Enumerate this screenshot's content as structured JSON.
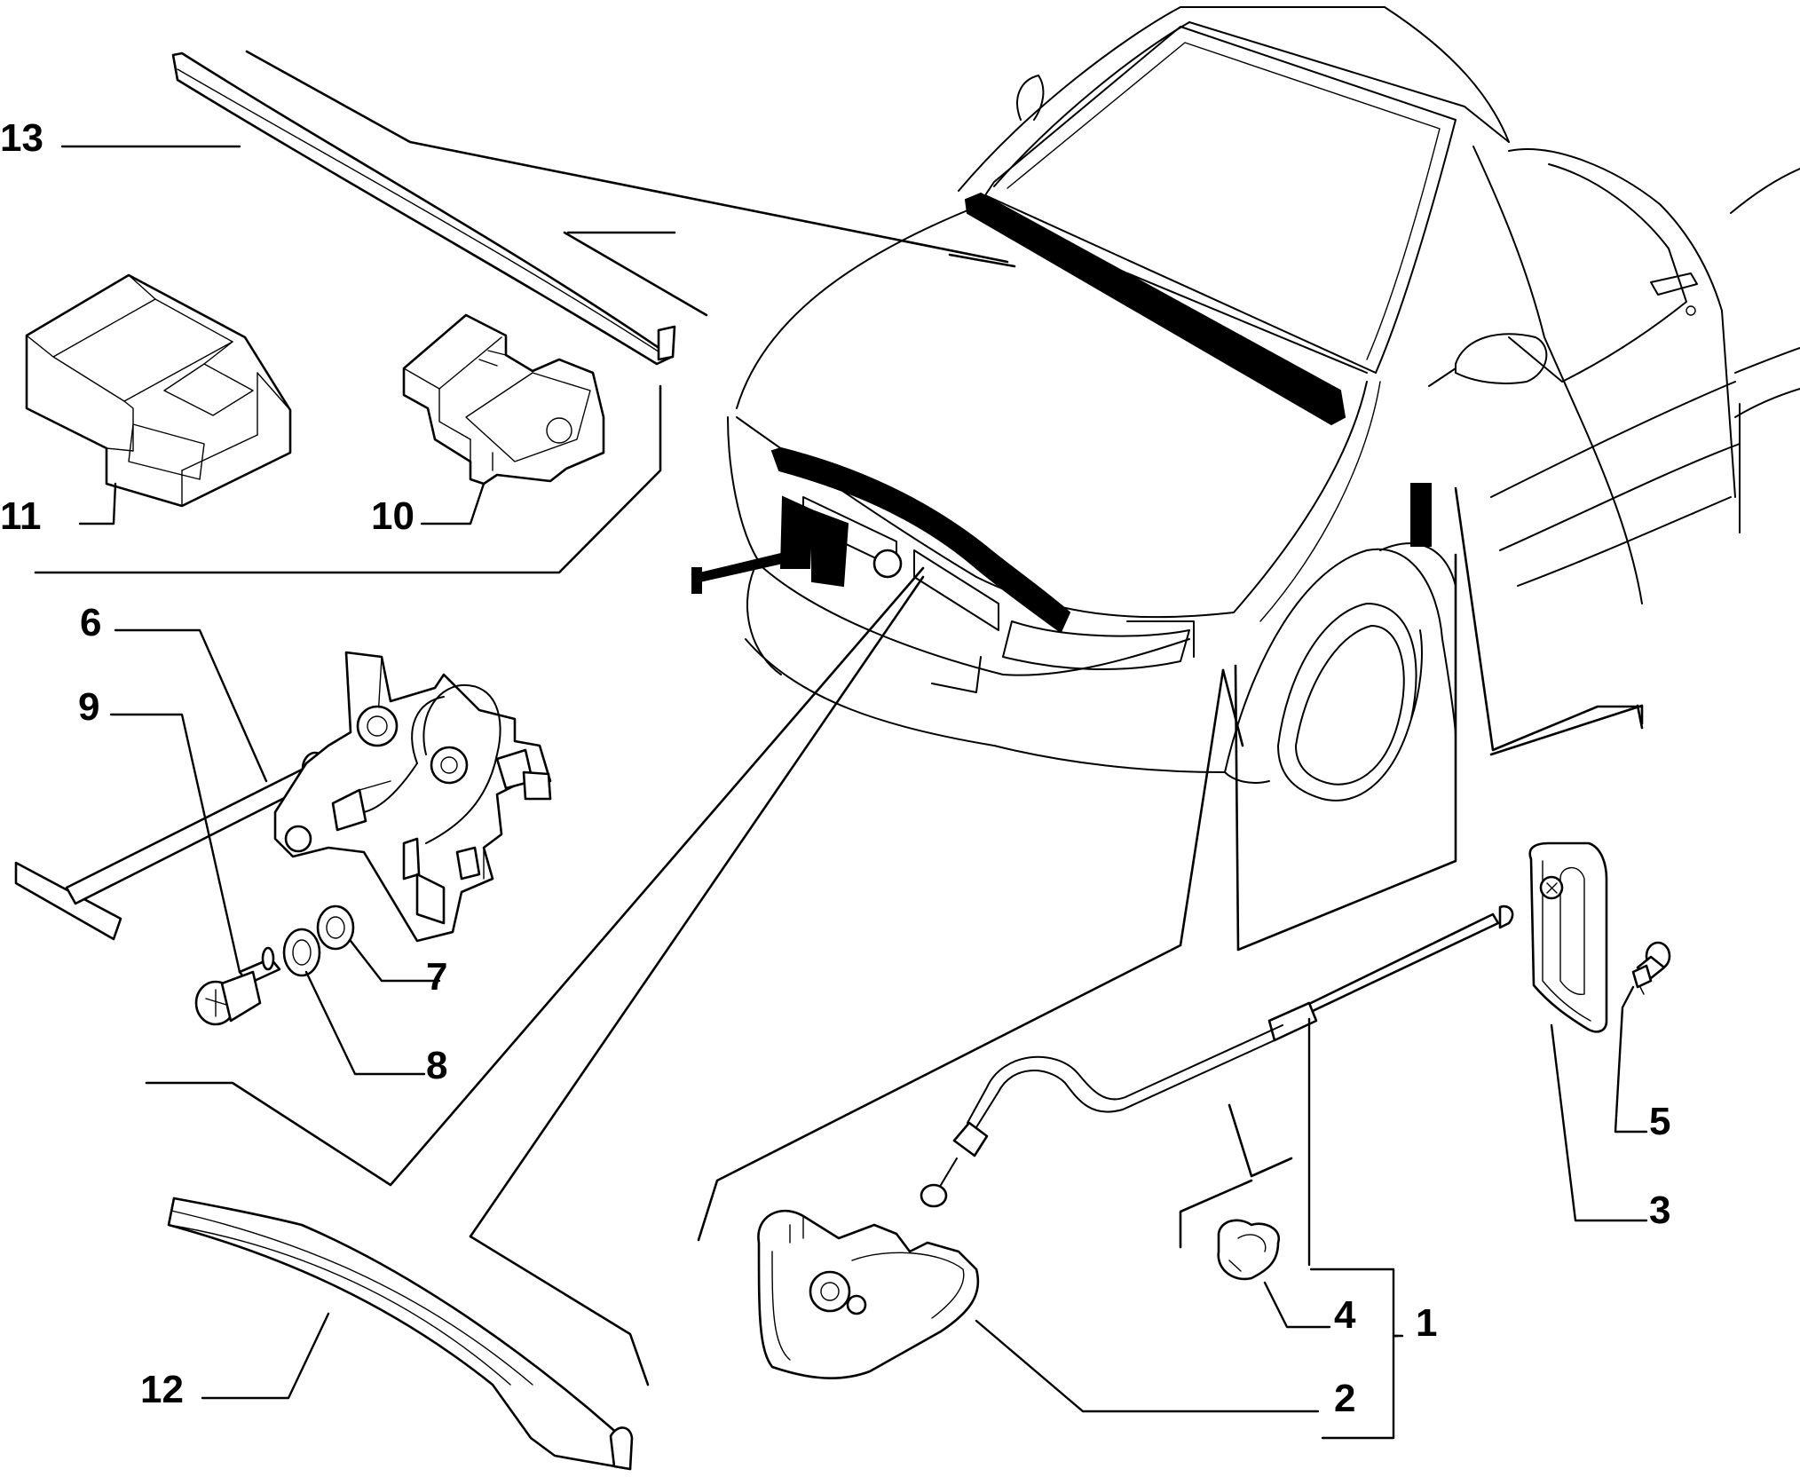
{
  "callouts": [
    {
      "id": "13",
      "label": "13"
    },
    {
      "id": "11",
      "label": "11"
    },
    {
      "id": "10",
      "label": "10"
    },
    {
      "id": "6",
      "label": "6"
    },
    {
      "id": "9",
      "label": "9"
    },
    {
      "id": "7",
      "label": "7"
    },
    {
      "id": "8",
      "label": "8"
    },
    {
      "id": "12",
      "label": "12"
    },
    {
      "id": "5",
      "label": "5"
    },
    {
      "id": "3",
      "label": "3"
    },
    {
      "id": "4",
      "label": "4"
    },
    {
      "id": "1",
      "label": "1"
    },
    {
      "id": "2",
      "label": "2"
    }
  ]
}
